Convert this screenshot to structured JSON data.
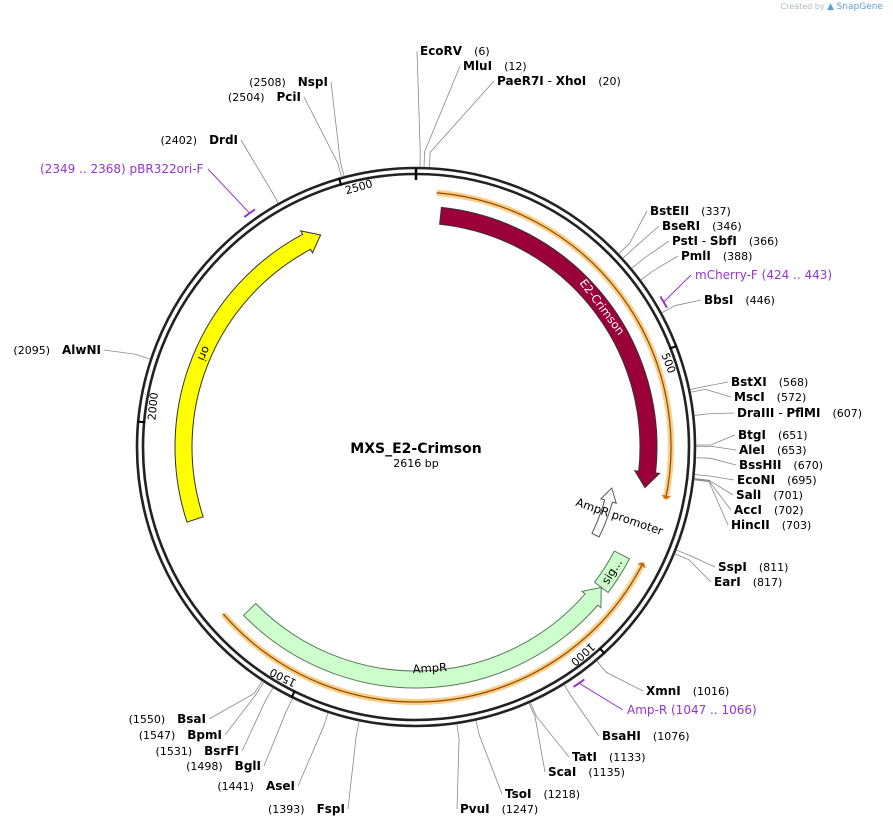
{
  "credit": {
    "prefix": "Created by",
    "brand": "SnapGene"
  },
  "plasmid": {
    "name": "MXS_E2-Crimson",
    "size_label": "2616 bp",
    "length": 2616,
    "colors": {
      "backbone": "#222222",
      "e2crimson": "#9b0039",
      "ori": "#ffff00",
      "ampr": "#ccffcc",
      "ampr_border": "#5b7a5b",
      "orf": "#f6a623",
      "primer": "#9933cc",
      "site_line": "#888888",
      "text": "#000000"
    },
    "ticks": [
      {
        "pos": 500,
        "label": "500"
      },
      {
        "pos": 1000,
        "label": "1000"
      },
      {
        "pos": 1500,
        "label": "1500"
      },
      {
        "pos": 2000,
        "label": "2000"
      },
      {
        "pos": 2500,
        "label": "2500"
      }
    ],
    "features": [
      {
        "name": "E2-Crimson",
        "label": "E2-Crimson",
        "start": 44,
        "end": 727,
        "direction": "cw",
        "fill": "#9b0039",
        "text_color": "#ffffff"
      },
      {
        "name": "AmpR promoter",
        "label": "AmpR promoter",
        "start": 740,
        "end": 844,
        "direction": "ccw",
        "fill": "#ffffff",
        "text_color": "#000000"
      },
      {
        "name": "sig",
        "label": "sig...",
        "start": 855,
        "end": 924,
        "direction": "none",
        "fill": "#ccffcc",
        "text_color": "#000000"
      },
      {
        "name": "AmpR",
        "label": "AmpR",
        "start": 924,
        "end": 1640,
        "direction": "ccw",
        "fill": "#ccffcc",
        "text_color": "#000000"
      },
      {
        "name": "ori",
        "label": "ori",
        "start": 1830,
        "end": 2440,
        "direction": "cw",
        "fill": "#ffff00",
        "text_color": "#000000"
      }
    ],
    "orfs": [
      {
        "start": 34,
        "end": 740,
        "direction": "cw"
      },
      {
        "start": 850,
        "end": 1665,
        "direction": "ccw"
      }
    ],
    "primers": [
      {
        "name": "mCherry-F",
        "range": "(424 .. 443)",
        "start": 424,
        "end": 443
      },
      {
        "name": "Amp-R",
        "range": "(1047 .. 1066)",
        "start": 1047,
        "end": 1066
      },
      {
        "name": "pBR322ori-F",
        "range": "(2349 .. 2368)",
        "start": 2349,
        "end": 2368
      }
    ],
    "sites": [
      {
        "name": "EcoRV",
        "pos": "(6)",
        "bp": 6
      },
      {
        "name": "MluI",
        "pos": "(12)",
        "bp": 12
      },
      {
        "name": "PaeR7I",
        "alt": "XhoI",
        "pos": "(20)",
        "bp": 20
      },
      {
        "name": "BstEII",
        "pos": "(337)",
        "bp": 337
      },
      {
        "name": "BseRI",
        "pos": "(346)",
        "bp": 346
      },
      {
        "name": "PstI",
        "alt": "SbfI",
        "pos": "(366)",
        "bp": 366
      },
      {
        "name": "PmlI",
        "pos": "(388)",
        "bp": 388
      },
      {
        "name": "BbsI",
        "pos": "(446)",
        "bp": 446
      },
      {
        "name": "BstXI",
        "pos": "(568)",
        "bp": 568
      },
      {
        "name": "MscI",
        "pos": "(572)",
        "bp": 572
      },
      {
        "name": "DraIII",
        "alt": "PflMI",
        "pos": "(607)",
        "bp": 607
      },
      {
        "name": "BtgI",
        "pos": "(651)",
        "bp": 651
      },
      {
        "name": "AleI",
        "pos": "(653)",
        "bp": 653
      },
      {
        "name": "BssHII",
        "pos": "(670)",
        "bp": 670
      },
      {
        "name": "EcoNI",
        "pos": "(695)",
        "bp": 695
      },
      {
        "name": "SalI",
        "pos": "(701)",
        "bp": 701
      },
      {
        "name": "AccI",
        "pos": "(702)",
        "bp": 702
      },
      {
        "name": "HincII",
        "pos": "(703)",
        "bp": 703
      },
      {
        "name": "SspI",
        "pos": "(811)",
        "bp": 811
      },
      {
        "name": "EarI",
        "pos": "(817)",
        "bp": 817
      },
      {
        "name": "XmnI",
        "pos": "(1016)",
        "bp": 1016
      },
      {
        "name": "BsaHI",
        "pos": "(1076)",
        "bp": 1076
      },
      {
        "name": "TatI",
        "pos": "(1133)",
        "bp": 1133
      },
      {
        "name": "ScaI",
        "pos": "(1135)",
        "bp": 1135
      },
      {
        "name": "TsoI",
        "pos": "(1218)",
        "bp": 1218
      },
      {
        "name": "PvuI",
        "pos": "(1247)",
        "bp": 1247
      },
      {
        "name": "FspI",
        "pos": "(1393)",
        "bp": 1393
      },
      {
        "name": "AseI",
        "pos": "(1441)",
        "bp": 1441
      },
      {
        "name": "BglI",
        "pos": "(1498)",
        "bp": 1498
      },
      {
        "name": "BsrFI",
        "pos": "(1531)",
        "bp": 1531
      },
      {
        "name": "BpmI",
        "pos": "(1547)",
        "bp": 1547
      },
      {
        "name": "BsaI",
        "pos": "(1550)",
        "bp": 1550
      },
      {
        "name": "AlwNI",
        "pos": "(2095)",
        "bp": 2095
      },
      {
        "name": "DrdI",
        "pos": "(2402)",
        "bp": 2402
      },
      {
        "name": "PciI",
        "pos": "(2504)",
        "bp": 2504
      },
      {
        "name": "NspI",
        "pos": "(2508)",
        "bp": 2508
      }
    ]
  }
}
